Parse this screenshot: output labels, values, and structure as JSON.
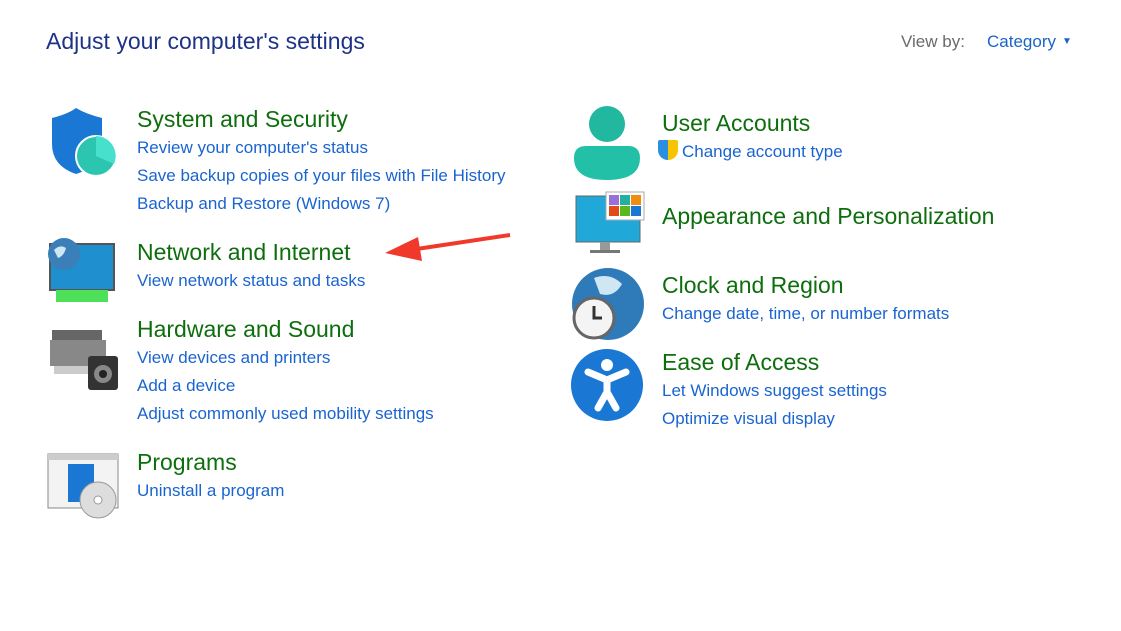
{
  "header": {
    "title": "Adjust your computer's settings",
    "view_by_label": "View by:",
    "view_by_value": "Category"
  },
  "left": [
    {
      "title": "System and Security",
      "links": [
        "Review your computer's status",
        "Save backup copies of your files with File History",
        "Backup and Restore (Windows 7)"
      ],
      "icon": "shield-icon"
    },
    {
      "title": "Network and Internet",
      "links": [
        "View network status and tasks"
      ],
      "icon": "network-icon"
    },
    {
      "title": "Hardware and Sound",
      "links": [
        "View devices and printers",
        "Add a device",
        "Adjust commonly used mobility settings"
      ],
      "icon": "printer-icon"
    },
    {
      "title": "Programs",
      "links": [
        "Uninstall a program"
      ],
      "icon": "programs-icon"
    }
  ],
  "right": [
    {
      "title": "User Accounts",
      "links": [
        "Change account type"
      ],
      "icon": "user-icon"
    },
    {
      "title": "Appearance and Personalization",
      "links": [],
      "icon": "monitor-icon"
    },
    {
      "title": "Clock and Region",
      "links": [
        "Change date, time, or number formats"
      ],
      "icon": "clock-globe-icon"
    },
    {
      "title": "Ease of Access",
      "links": [
        "Let Windows suggest settings",
        "Optimize visual display"
      ],
      "icon": "accessibility-icon"
    }
  ],
  "colors": {
    "heading": "#0e6e0e",
    "link": "#1a64d0",
    "title": "#1e3287",
    "arrow": "#f0392b"
  }
}
